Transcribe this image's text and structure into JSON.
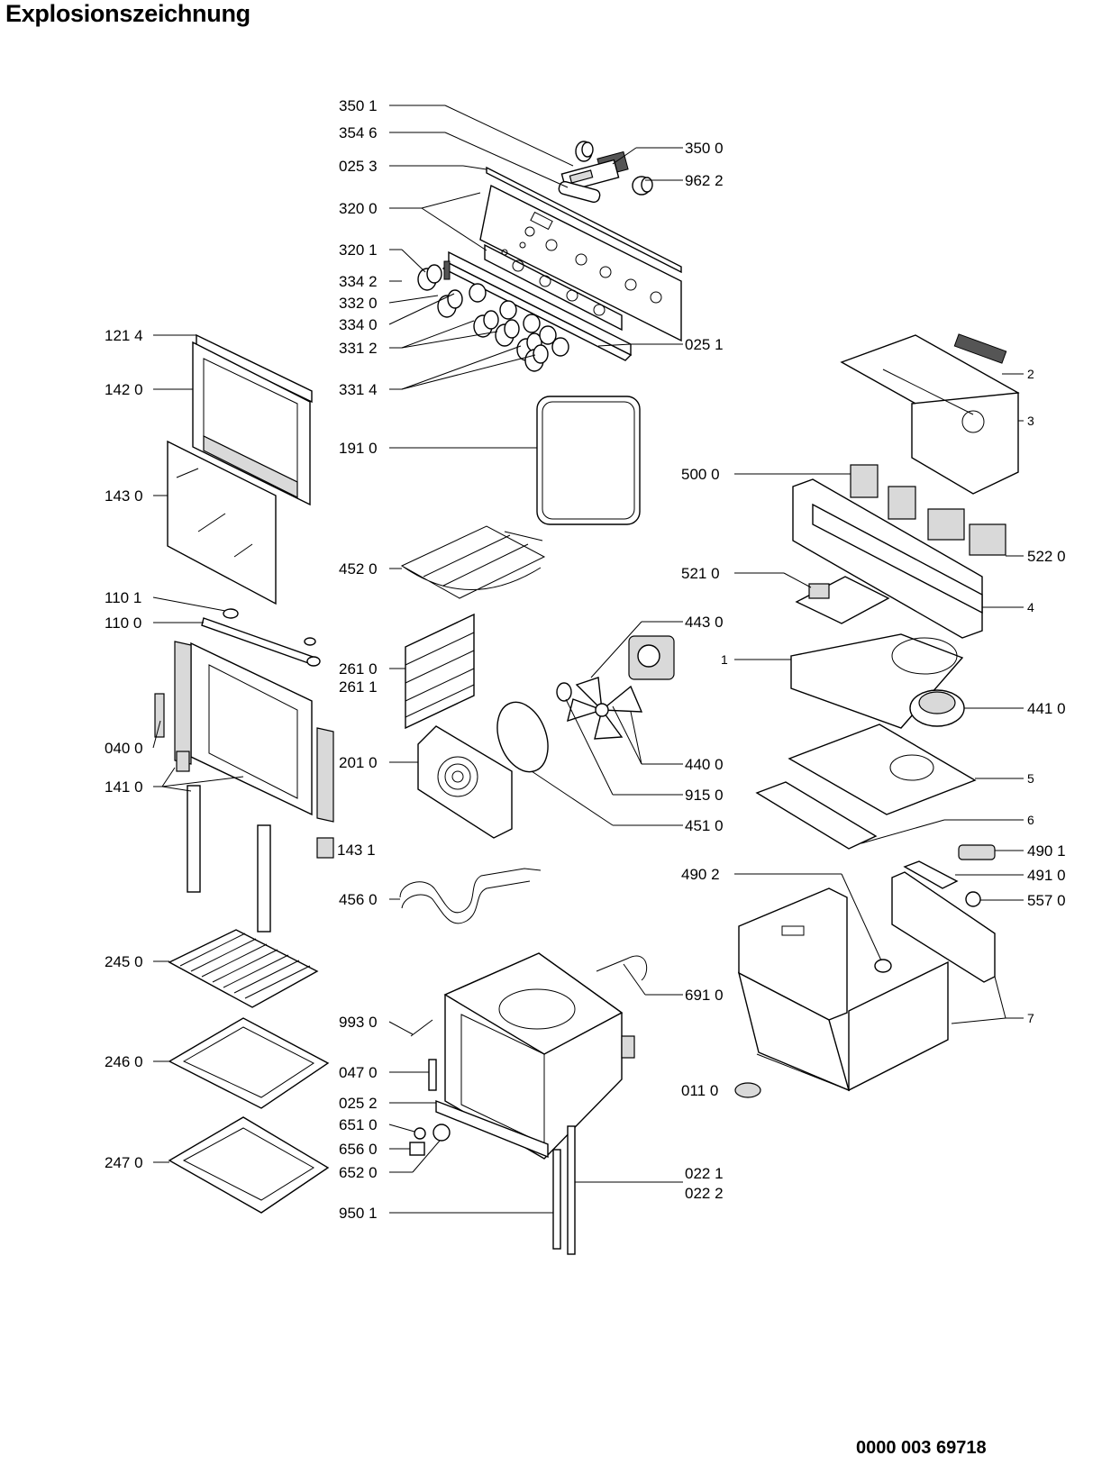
{
  "title": "Explosionszeichnung",
  "document_number": "0000 003 69718",
  "part_labels": {
    "p3501": "350 1",
    "p3546": "354 6",
    "p0253": "025 3",
    "p3200": "320 0",
    "p3201": "320 1",
    "p3342": "334 2",
    "p3320": "332 0",
    "p3340": "334 0",
    "p3312": "331 2",
    "p3314": "331 4",
    "p3500": "350 0",
    "p9622": "962 2",
    "p0251": "025 1",
    "p1214": "121 4",
    "p1420": "142 0",
    "p1430": "143 0",
    "p1101": "110 1",
    "p1100": "110 0",
    "p0400": "040 0",
    "p1410": "141 0",
    "p1431": "143 1",
    "p1910": "191 0",
    "p4520": "452 0",
    "p2610": "261 0",
    "p2611": "261 1",
    "p2010": "201 0",
    "p4560": "456 0",
    "p4430": "443 0",
    "p4400": "440 0",
    "p9150": "915 0",
    "p4510": "451 0",
    "p2450": "245 0",
    "p2460": "246 0",
    "p2470": "247 0",
    "p9930": "993 0",
    "p0470": "047 0",
    "p0252": "025 2",
    "p6510": "651 0",
    "p6560": "656 0",
    "p6520": "652 0",
    "p9501": "950 1",
    "p6910": "691 0",
    "p0221": "022 1",
    "p0222": "022 2",
    "p0110": "011 0",
    "p2": "2",
    "p3": "3",
    "p5000": "500 0",
    "p5220": "522 0",
    "p5210": "521 0",
    "p4": "4",
    "p1": "1",
    "p4410": "441 0",
    "p5": "5",
    "p6": "6",
    "p4901": "490 1",
    "p4902": "490 2",
    "p4910": "491 0",
    "p5570": "557 0",
    "p7": "7"
  }
}
